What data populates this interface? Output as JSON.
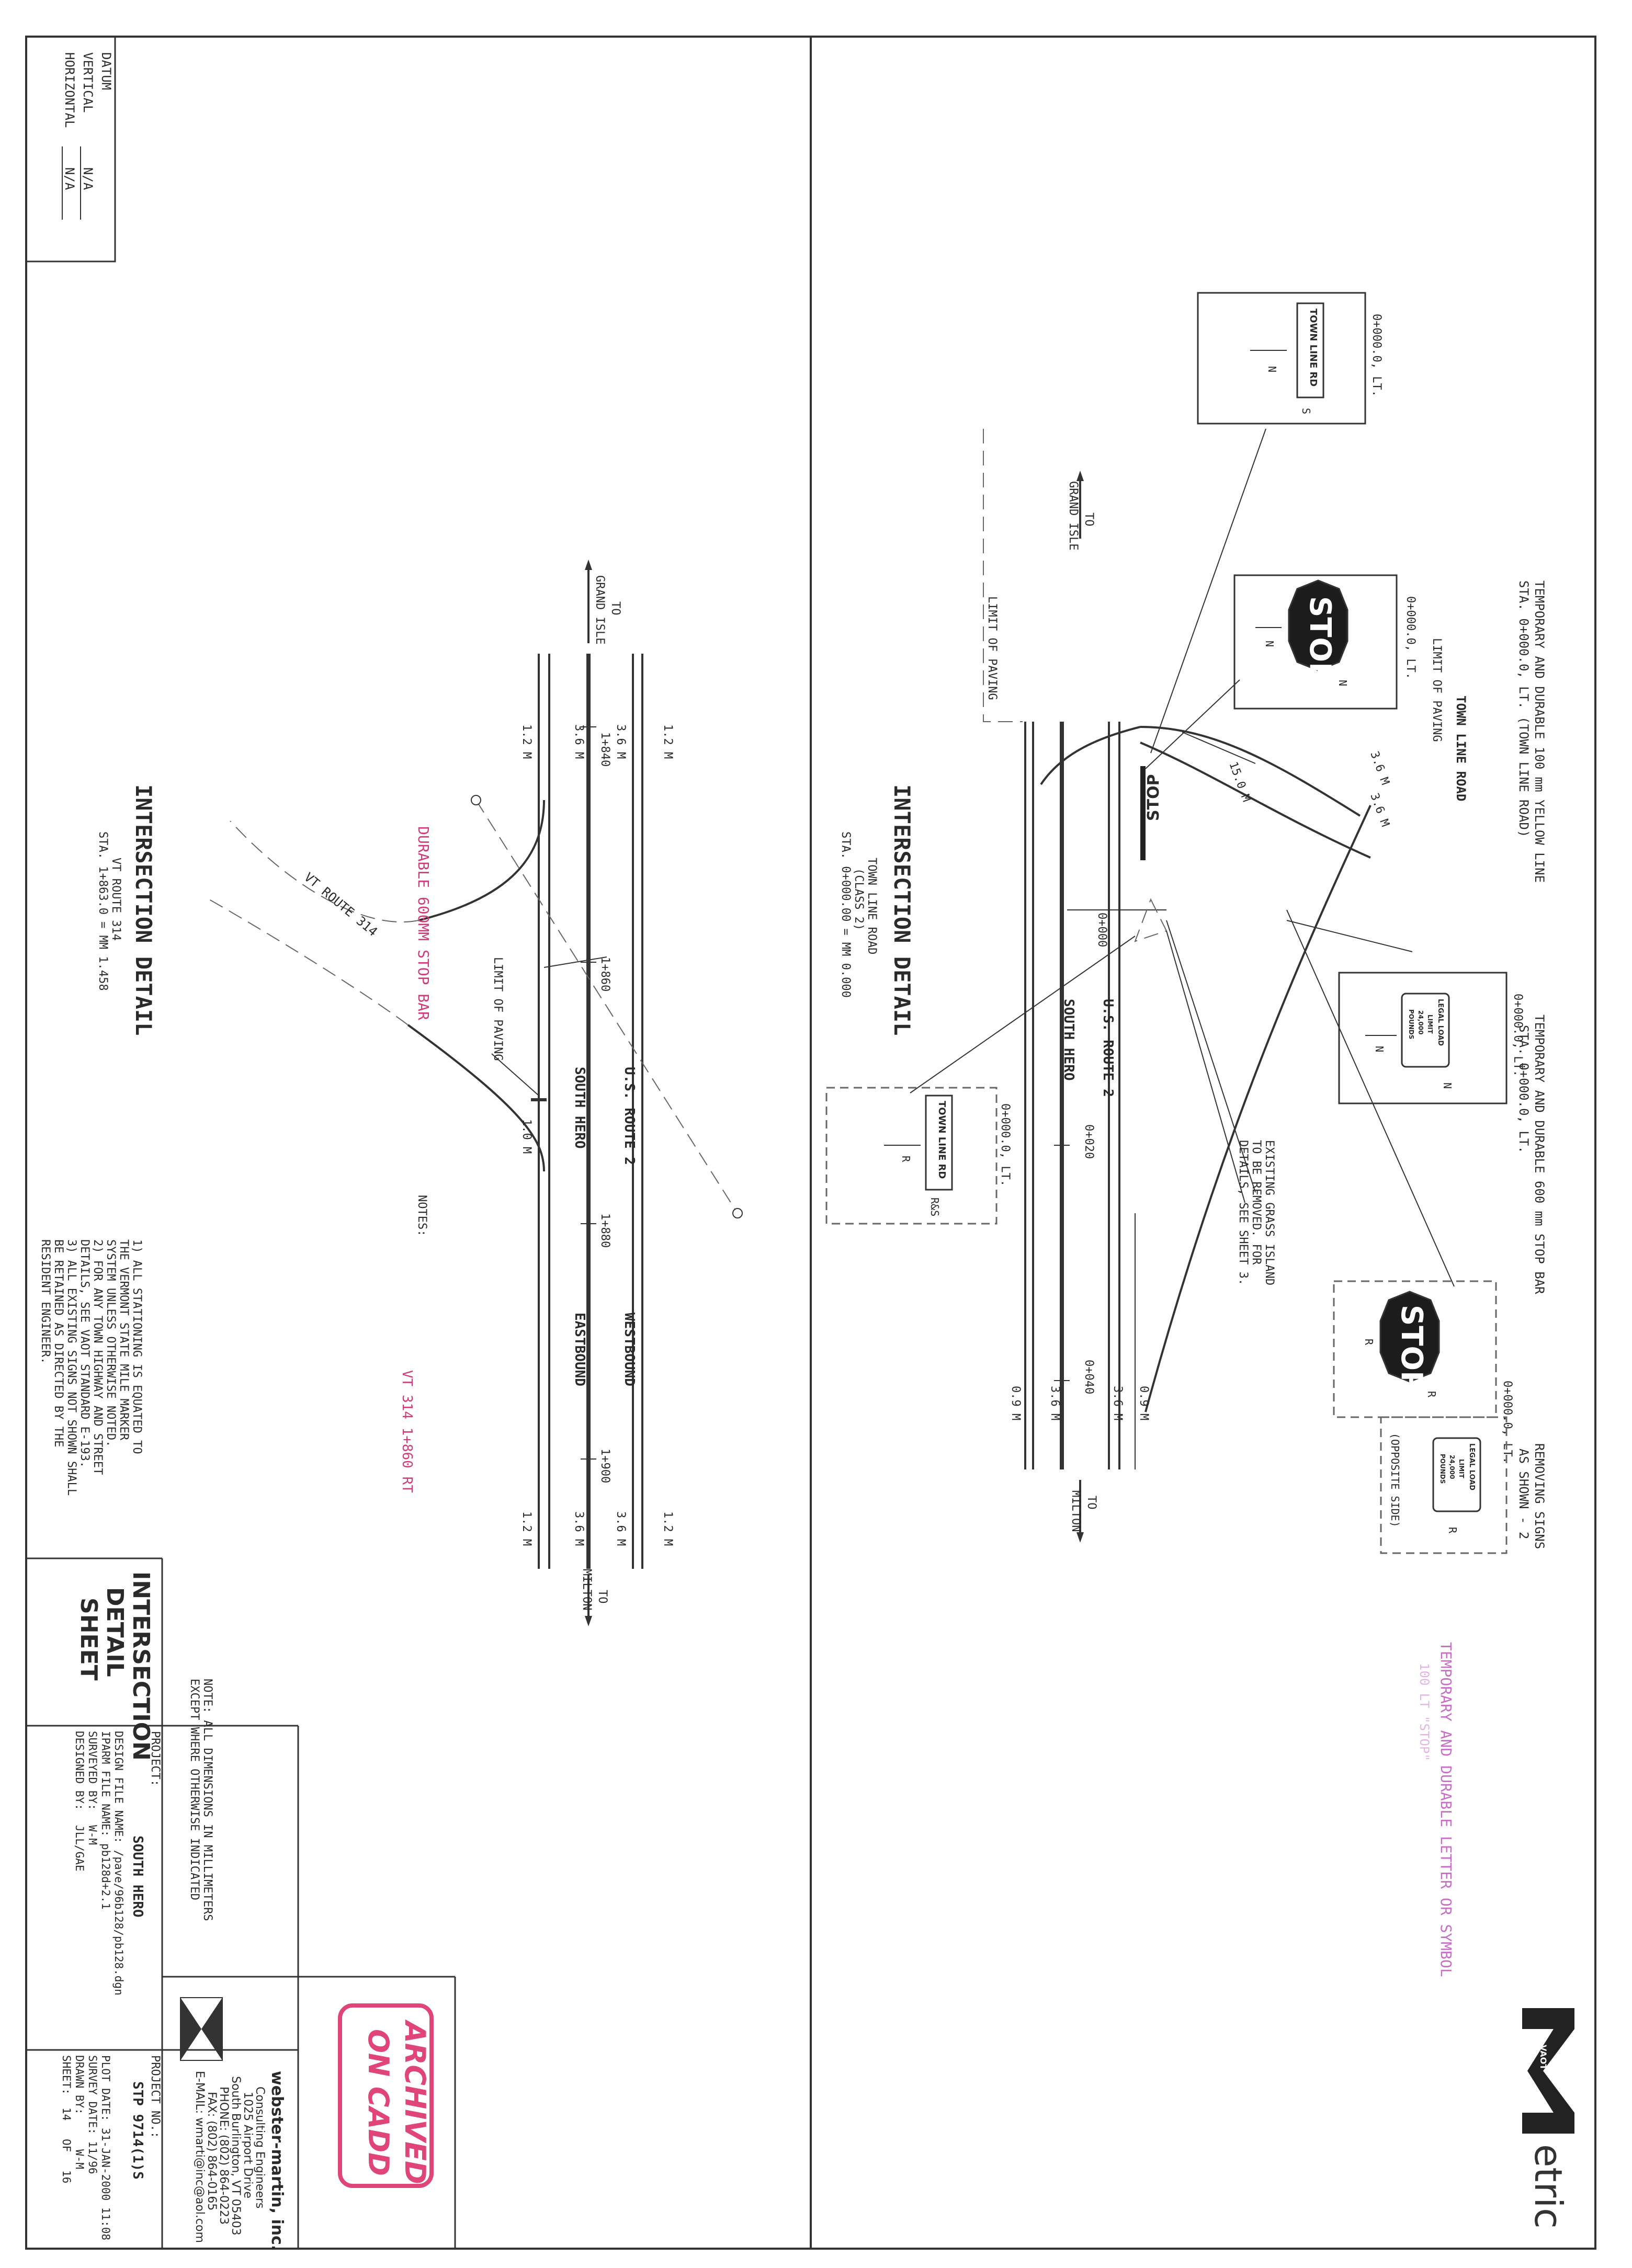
{
  "datum": {
    "title": "DATUM",
    "vertical_label": "VERTICAL",
    "vertical_value": "N/A",
    "horizontal_label": "HORIZONTAL",
    "horizontal_value": "N/A"
  },
  "top_view": {
    "note_yellow_line": "TEMPORARY AND DURABLE 100 mm YELLOW LINE",
    "note_yellow_line_sta": "STA. 0+000.0, LT. (TOWN LINE ROAD)",
    "note_stop_bar": "TEMPORARY AND DURABLE 600 mm STOP BAR",
    "note_stop_bar_sta": "STA. 0+000.0, LT.",
    "note_removing": "REMOVING SIGNS",
    "note_removing_2": "AS SHOWN - 2",
    "note_letter": "TEMPORARY AND DURABLE LETTER OR SYMBOL",
    "note_letter_2": "100 LT \"STOP\"",
    "town_line_road": "TOWN LINE ROAD",
    "limit_of_paving_a": "LIMIT OF PAVING",
    "limit_of_paving_b": "LIMIT OF PAVING",
    "to_grand_isle": "TO",
    "to_grand_isle_2": "GRAND ISLE",
    "to_milton": "TO",
    "to_milton_2": "MILTON",
    "route_label": "U.S. ROUTE 2",
    "town_label": "SOUTH HERO",
    "sta_0000": "0+000",
    "sta_0020": "0+020",
    "sta_0040": "0+040",
    "dim_15": "15.0 M",
    "dim_36a": "3.6 M",
    "dim_36b": "3.6 M",
    "dim_09a": "0.9 M",
    "dim_36c": "3.6 M",
    "dim_36d": "3.6 M",
    "dim_09b": "0.9 M",
    "grass_island": "EXISTING GRASS ISLAND",
    "grass_island_2": "TO BE REMOVED. FOR",
    "grass_island_3": "DETAILS, SEE SHEET 3.",
    "stop_word": "STOP",
    "detail_title": "INTERSECTION DETAIL",
    "detail_sub1": "TOWN LINE ROAD",
    "detail_sub2": "(CLASS 2)",
    "detail_sub3": "STA. 0+000.00 = MM 0.000",
    "sign_sta_1": "0+000.0, LT.",
    "sign_sta_2": "0+000.0, LT.",
    "sign_sta_3": "0+000.0, LT.",
    "sign_sta_4": "0+000.0, LT.",
    "sign_sta_5": "0+000.0, LT.",
    "town_line_rd_sign": "TOWN LINE RD",
    "legal_load_1": "LEGAL LOAD",
    "legal_load_2": "LIMIT",
    "legal_load_3": "24,000",
    "legal_load_4": "POUNDS",
    "opposite_side": "(OPPOSITE SIDE)",
    "sign_n": "N",
    "sign_s": "S",
    "sign_r": "R",
    "sign_rrs": "R&S"
  },
  "bottom_view": {
    "to_grand_isle": "TO",
    "to_grand_isle_2": "GRAND ISLE",
    "to_milton": "TO",
    "to_milton_2": "MILTON",
    "route_label": "U.S. ROUTE 2",
    "town_label": "SOUTH HERO",
    "westbound": "WESTBOUND",
    "eastbound": "EASTBOUND",
    "vt_route": "VT ROUTE 314",
    "limit_of_paving": "LIMIT OF PAVING",
    "sta_840": "1+840",
    "sta_860": "1+860",
    "sta_880": "1+880",
    "sta_900": "1+900",
    "dim_12a": "1.2 M",
    "dim_36a": "3.6 M",
    "dim_36b": "3.6 M",
    "dim_12b": "1.2 M",
    "dim_12c": "1.2 M",
    "dim_36c": "3.6 M",
    "dim_36d": "3.6 M",
    "dim_12d": "1.2 M",
    "dim_10": "1.0 M",
    "detail_title": "INTERSECTION DETAIL",
    "detail_sub1": "VT ROUTE 314",
    "detail_sub2": "STA. 1+863.0 = MM 1.458",
    "stop_bar_note": "DURABLE 600MM STOP BAR",
    "stop_bar_note_2": "VT 314 1+860 RT",
    "notes_title": "NOTES:",
    "notes": [
      "1) ALL STATIONING IS EQUATED TO",
      "THE VERMONT STATE MILE MARKER",
      "SYSTEM UNLESS OTHERWISE NOTED.",
      "2) FOR ANY TOWN HIGHWAY AND STREET",
      "DETAILS, SEE VAOT STANDARD E-193.",
      "3) ALL EXISTING SIGNS NOT SHOWN SHALL",
      "BE RETAINED AS DIRECTED BY THE",
      "RESIDENT ENGINEER."
    ]
  },
  "title_block": {
    "sheet_title_1": "INTERSECTION",
    "sheet_title_2": "DETAIL",
    "sheet_title_3": "SHEET",
    "dim_note_1": "NOTE: ALL DIMENSIONS IN MILLIMETERS",
    "dim_note_2": "EXCEPT WHERE OTHERWISE INDICATED",
    "project_label": "PROJECT:",
    "project_name": "SOUTH HERO",
    "design_file": "DESIGN FILE NAME: /pave/96b128/pb128.dgn",
    "iparm_file": "IPARM FILE NAME: pb128d+2.1",
    "surveyed_by": "SURVEYED BY:",
    "surveyed_by_val": "W-M",
    "designed_by": "DESIGNED BY:",
    "designed_by_val": "JLL/GAE",
    "project_no_label": "PROJECT NO.:",
    "project_no": "STP 9714(1)S",
    "plot_date": "PLOT DATE: 31-JAN-2000 11:08",
    "survey_date": "SURVEY DATE: 11/96",
    "drawn_by": "DRAWN BY:",
    "drawn_by_val": "W-M",
    "sheet_label": "SHEET:",
    "sheet_no": "14",
    "sheet_of": "OF",
    "sheet_total": "16",
    "firm_name": "webster-martin, inc.",
    "firm_line1": "Consulting Engineers",
    "firm_line2": "1025 Airport Drive",
    "firm_line3": "South Burlington, VT 05403",
    "firm_line4": "PHONE: (802) 864-0223",
    "firm_line5": "FAX: (802) 864-0165",
    "firm_line6": "E-MAIL: wmarti@inc@aol.com",
    "stamp_1": "ARCHIVED",
    "stamp_2": "ON CADD",
    "logo_small": "VAOT",
    "logo_word": "etric"
  },
  "colors": {
    "line": "#333333",
    "pink": "#d13a7a",
    "magenta": "#c86cc8",
    "stamp": "#e0457a"
  }
}
